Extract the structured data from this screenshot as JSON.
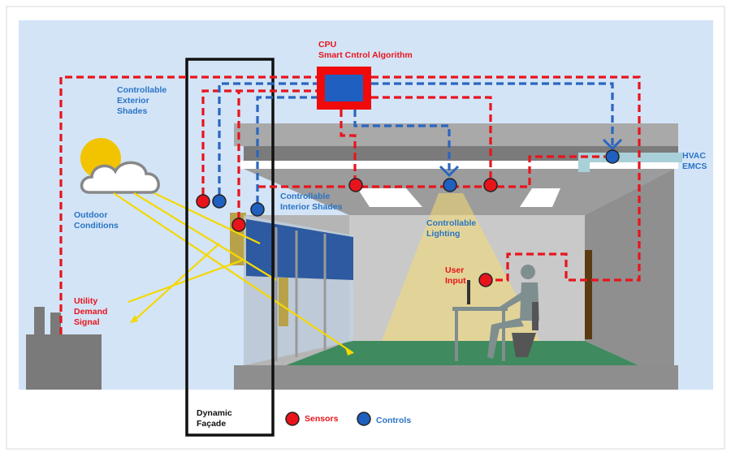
{
  "diagram": {
    "cpu": {
      "line1": "CPU",
      "line2": "Smart Cntrol Algorithm"
    },
    "labels": {
      "exterior_shades": [
        "Controllable",
        "Exterior",
        "Shades"
      ],
      "interior_shades": [
        "Controllable",
        "Interior Shades"
      ],
      "outdoor": [
        "Outdoor",
        "Conditions"
      ],
      "utility": [
        "Utility",
        "Demand",
        "Signal"
      ],
      "lighting": [
        "Controllable",
        "Lighting"
      ],
      "user_input": [
        "User",
        "Input"
      ],
      "hvac": [
        "HVAC",
        "EMCS"
      ],
      "facade": [
        "Dynamic",
        "Façade"
      ]
    },
    "legend": {
      "sensors": "Sensors",
      "controls": "Controls"
    },
    "colors": {
      "sensor": "#e8141c",
      "control": "#1f5fbf",
      "sky": "#d3e4f7",
      "floor": "#3f8a5e"
    }
  }
}
